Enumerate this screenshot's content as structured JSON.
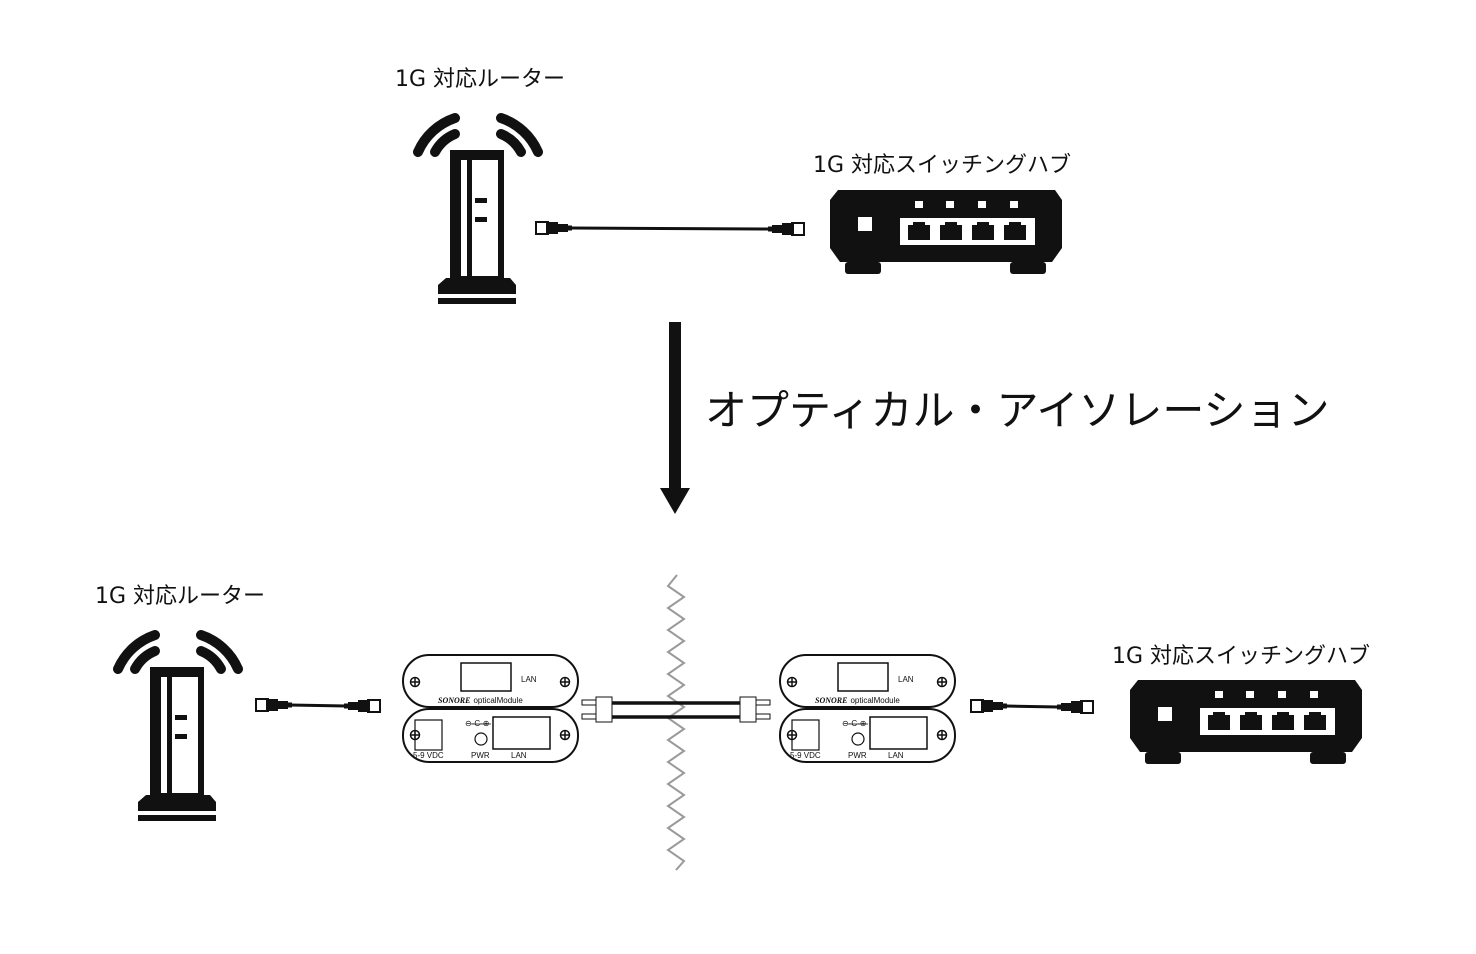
{
  "top": {
    "router_label": "1G 対応ルーター",
    "switch_label": "1G 対応スイッチングハブ"
  },
  "transition_label": "オプティカル・アイソレーション",
  "bottom": {
    "router_label": "1G 対応ルーター",
    "switch_label": "1G 対応スイッチングハブ",
    "module": {
      "top_port_label": "LAN",
      "brand": "SONORE",
      "model": "opticalModule",
      "power_label": "5-9 VDC",
      "pwr_label": "PWR",
      "lan_label": "LAN"
    }
  },
  "colors": {
    "ink": "#111111",
    "isolation_line": "#9a9a9a"
  },
  "icons": [
    "router-icon",
    "switch-icon",
    "ethernet-cable-icon",
    "optical-module-icon",
    "fiber-cable-icon",
    "arrow-down-icon"
  ]
}
